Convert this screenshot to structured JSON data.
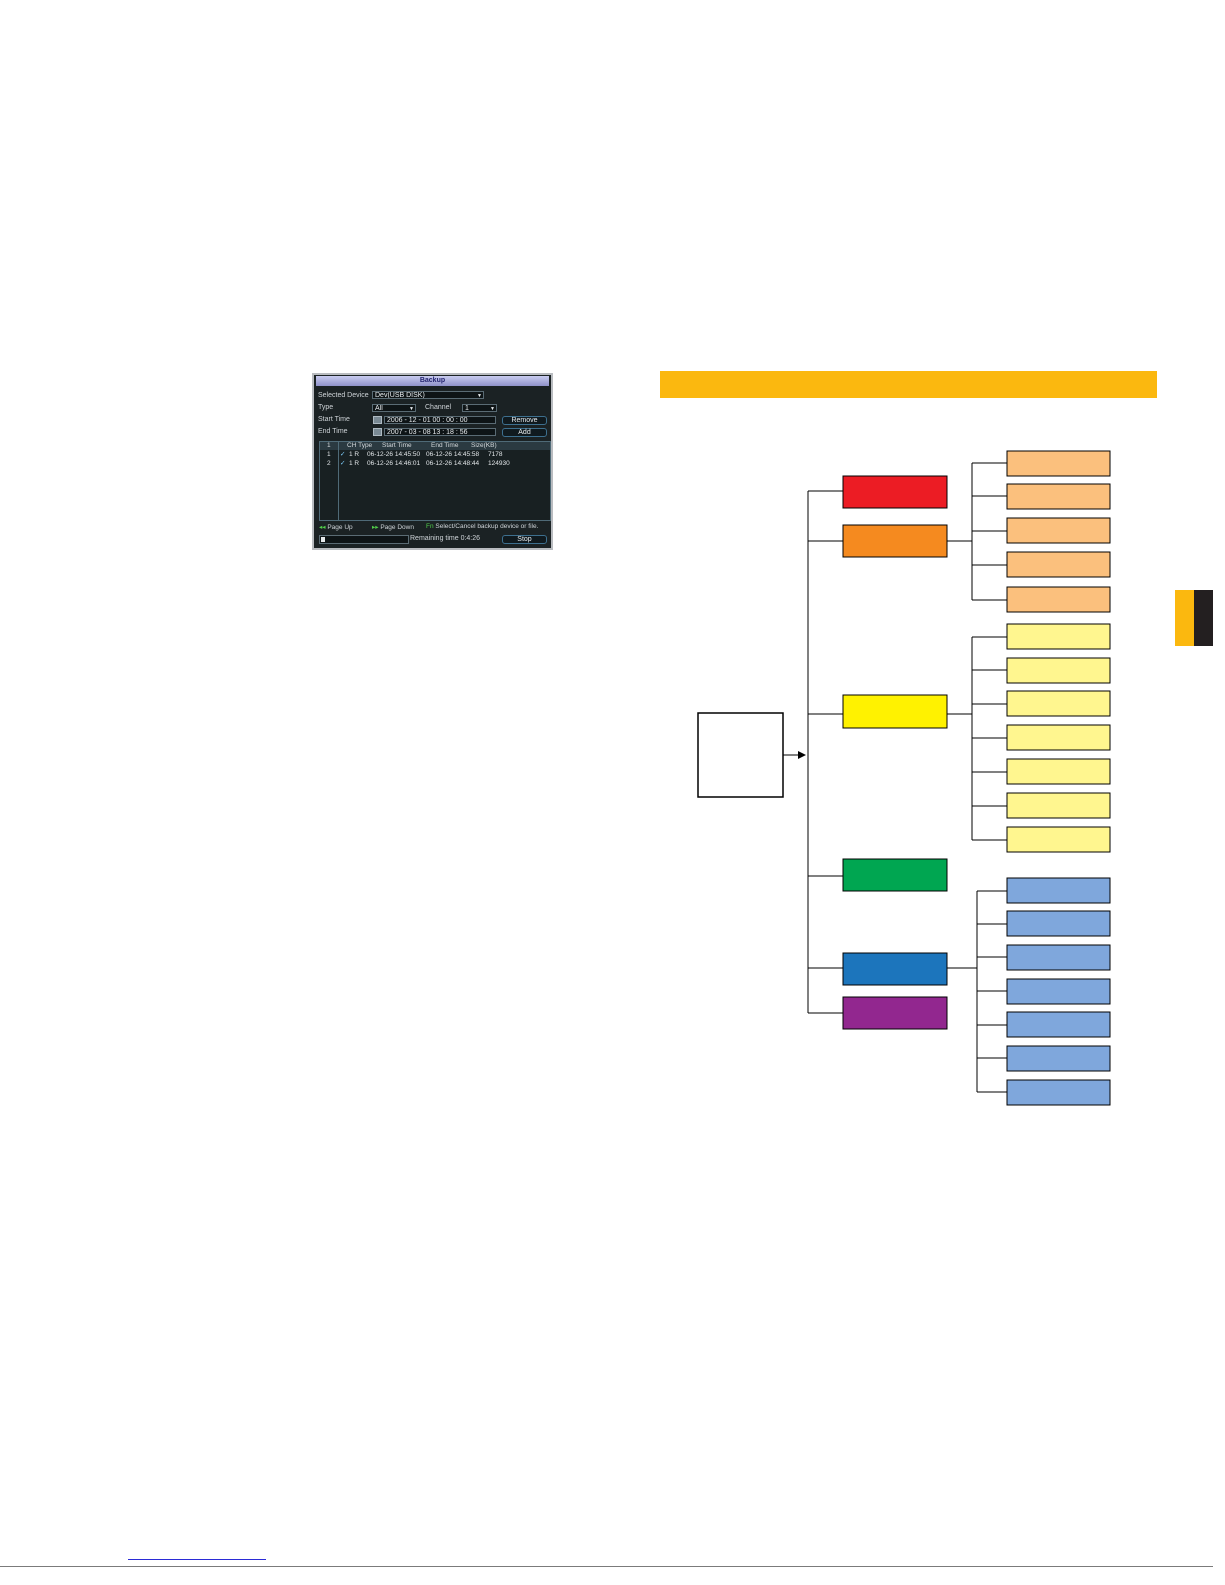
{
  "backup_dialog": {
    "title": "Backup",
    "selected_device_label": "Selected Device",
    "selected_device_value": "Dev(USB DISK)",
    "type_label": "Type",
    "type_value": "All",
    "channel_label": "Channel",
    "channel_value": "1",
    "start_time_label": "Start Time",
    "start_time_value": "2006 - 12 - 01   00 : 00 : 00",
    "end_time_label": "End Time",
    "end_time_value": "2007 - 03 - 08   13 : 18 : 56",
    "remove_label": "Remove",
    "add_label": "Add",
    "columns": [
      "1",
      "CH Type",
      "Start Time",
      "End Time",
      "Size(KB)"
    ],
    "rows": [
      {
        "index": "1",
        "check": "✓",
        "ch_type": "1 R",
        "start": "06-12-26 14:45:50",
        "end": "06-12-26 14:45:58",
        "size": "7178"
      },
      {
        "index": "2",
        "check": "✓",
        "ch_type": "1 R",
        "start": "06-12-26 14:46:01",
        "end": "06-12-26 14:48:44",
        "size": "124930"
      }
    ],
    "page_up_icon": "◂◂",
    "page_up_label": "Page Up",
    "page_down_icon": "▸▸",
    "page_down_label": "Page Down",
    "select_icon": "Fn",
    "select_label": "Select/Cancel backup device or file.",
    "progress": 0.05,
    "remaining_label": "Remaining time 0:4:26",
    "stop_label": "Stop"
  },
  "colors": {
    "header_bar": "#fbb80f",
    "red": "#ec1c24",
    "orange": "#f58a1f",
    "yellow": "#fff200",
    "green": "#00a651",
    "blue": "#1c75bc",
    "purple": "#92278f",
    "light_orange": "#fbc07d",
    "light_yellow": "#fff68f",
    "light_blue": "#7fa7dc"
  }
}
